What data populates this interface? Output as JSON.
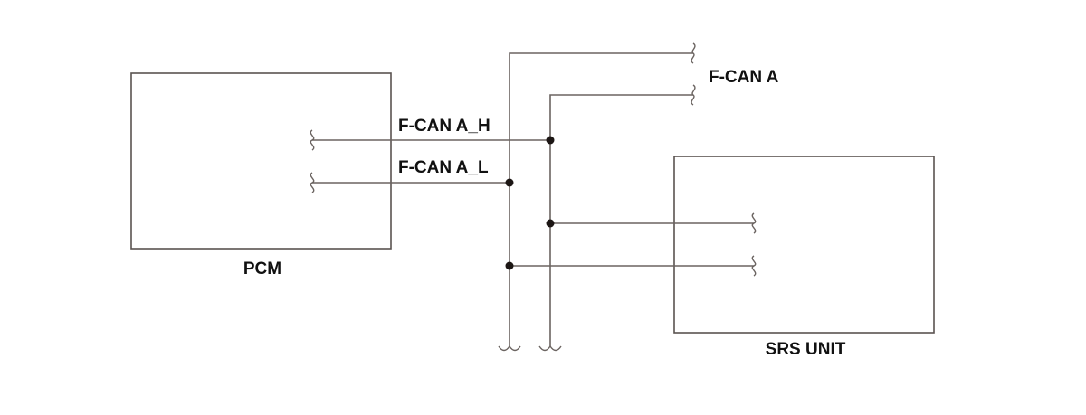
{
  "labels": {
    "pcm": "PCM",
    "srs_unit": "SRS UNIT",
    "bus_name": "F-CAN A",
    "wire_high": "F-CAN A_H",
    "wire_low": "F-CAN A_L"
  },
  "colors": {
    "wire": "#6b6461",
    "box_border": "#5a5350",
    "node": "#1c1614",
    "text": "#111111"
  }
}
